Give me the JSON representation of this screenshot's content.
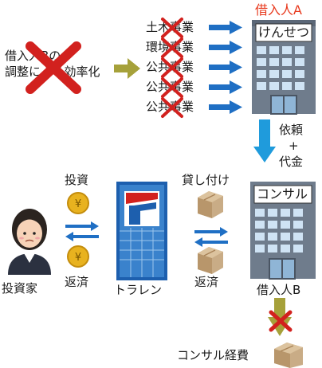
{
  "top_left": {
    "line1": "借入人Bの",
    "line2": "調整による効率化"
  },
  "projects": [
    "土木事業",
    "環境事業",
    "公共事業",
    "公共事業",
    "公共事業"
  ],
  "borrower_a": {
    "label": "借入人A",
    "sign": "けんせつ",
    "color": "#e8391d"
  },
  "request": {
    "line1": "依頼",
    "line2": "+",
    "line3": "代金"
  },
  "lending_label": "貸し付け",
  "repay_label_right": "返済",
  "invest_label": "投資",
  "repay_label_left": "返済",
  "investor_label": "投資家",
  "toraren_label": "トラレン",
  "borrower_b": {
    "label": "借入人B",
    "sign": "コンサル"
  },
  "consulting_cost_label": "コンサル経費",
  "colors": {
    "arrow_blue": "#1f6fc4",
    "arrow_olive": "#a6a13a",
    "cross_red": "#d2211e",
    "building_gray": "#6f7c8c",
    "box_tan": "#c9ac86"
  },
  "icons": [
    "yen-coin-icon",
    "cardboard-box-icon",
    "cross-mark-icon",
    "arrow-right-icon",
    "arrow-down-icon"
  ]
}
